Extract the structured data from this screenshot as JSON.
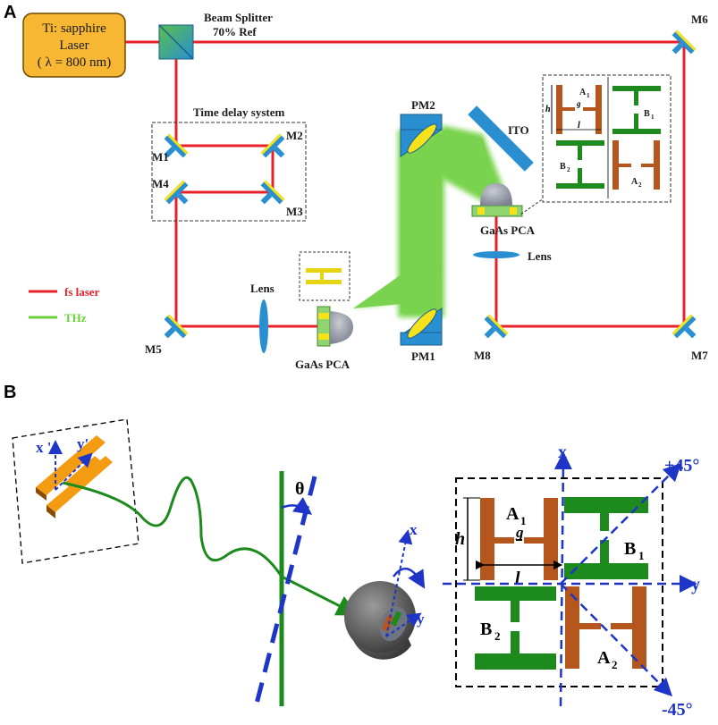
{
  "panels": {
    "a": "A",
    "b": "B"
  },
  "laser": {
    "line1": "Ti: sapphire",
    "line2": "Laser",
    "line3": "( λ = 800 nm)"
  },
  "beam_splitter": {
    "line1": "Beam Splitter",
    "line2": "70% Ref"
  },
  "time_delay": "Time delay system",
  "mirrors": {
    "m1": "M1",
    "m2": "M2",
    "m3": "M3",
    "m4": "M4",
    "m5": "M5",
    "m6": "M6",
    "m7": "M7",
    "m8": "M8"
  },
  "parabolic": {
    "pm1": "PM1",
    "pm2": "PM2"
  },
  "ito": "ITO",
  "pca": {
    "emitter": "GaAs PCA",
    "detector": "GaAs PCA"
  },
  "lens": {
    "left": "Lens",
    "right": "Lens"
  },
  "legend": {
    "laser": "fs laser",
    "thz": "THz",
    "laser_color": "#e8202a",
    "thz_color": "#6ccf3b"
  },
  "inset_a": {
    "a1": "A",
    "a1_sub": "1",
    "b1": "B",
    "b1_sub": "1",
    "b2": "B",
    "b2_sub": "2",
    "a2": "A",
    "a2_sub": "2",
    "g": "g",
    "h": "h",
    "l": "l"
  },
  "panel_b": {
    "x_prime": "x '",
    "y_prime": "y'",
    "theta": "θ",
    "x_axis": "x",
    "y_axis": "y",
    "plus45": "+45°",
    "minus45": "-45°",
    "a1": "A",
    "a1_sub": "1",
    "b1": "B",
    "b1_sub": "1",
    "b2": "B",
    "b2_sub": "2",
    "a2": "A",
    "a2_sub": "2",
    "g": "g",
    "h": "h",
    "l": "l",
    "det_x": "x",
    "det_y": "y"
  },
  "colors": {
    "mirror": "#2a8fd0",
    "coating": "#f5e21a",
    "antenna_orange": "#b5561c",
    "antenna_green": "#1d8a1d",
    "laser_box": "#f7b733",
    "axis_blue": "#1f35c8"
  }
}
